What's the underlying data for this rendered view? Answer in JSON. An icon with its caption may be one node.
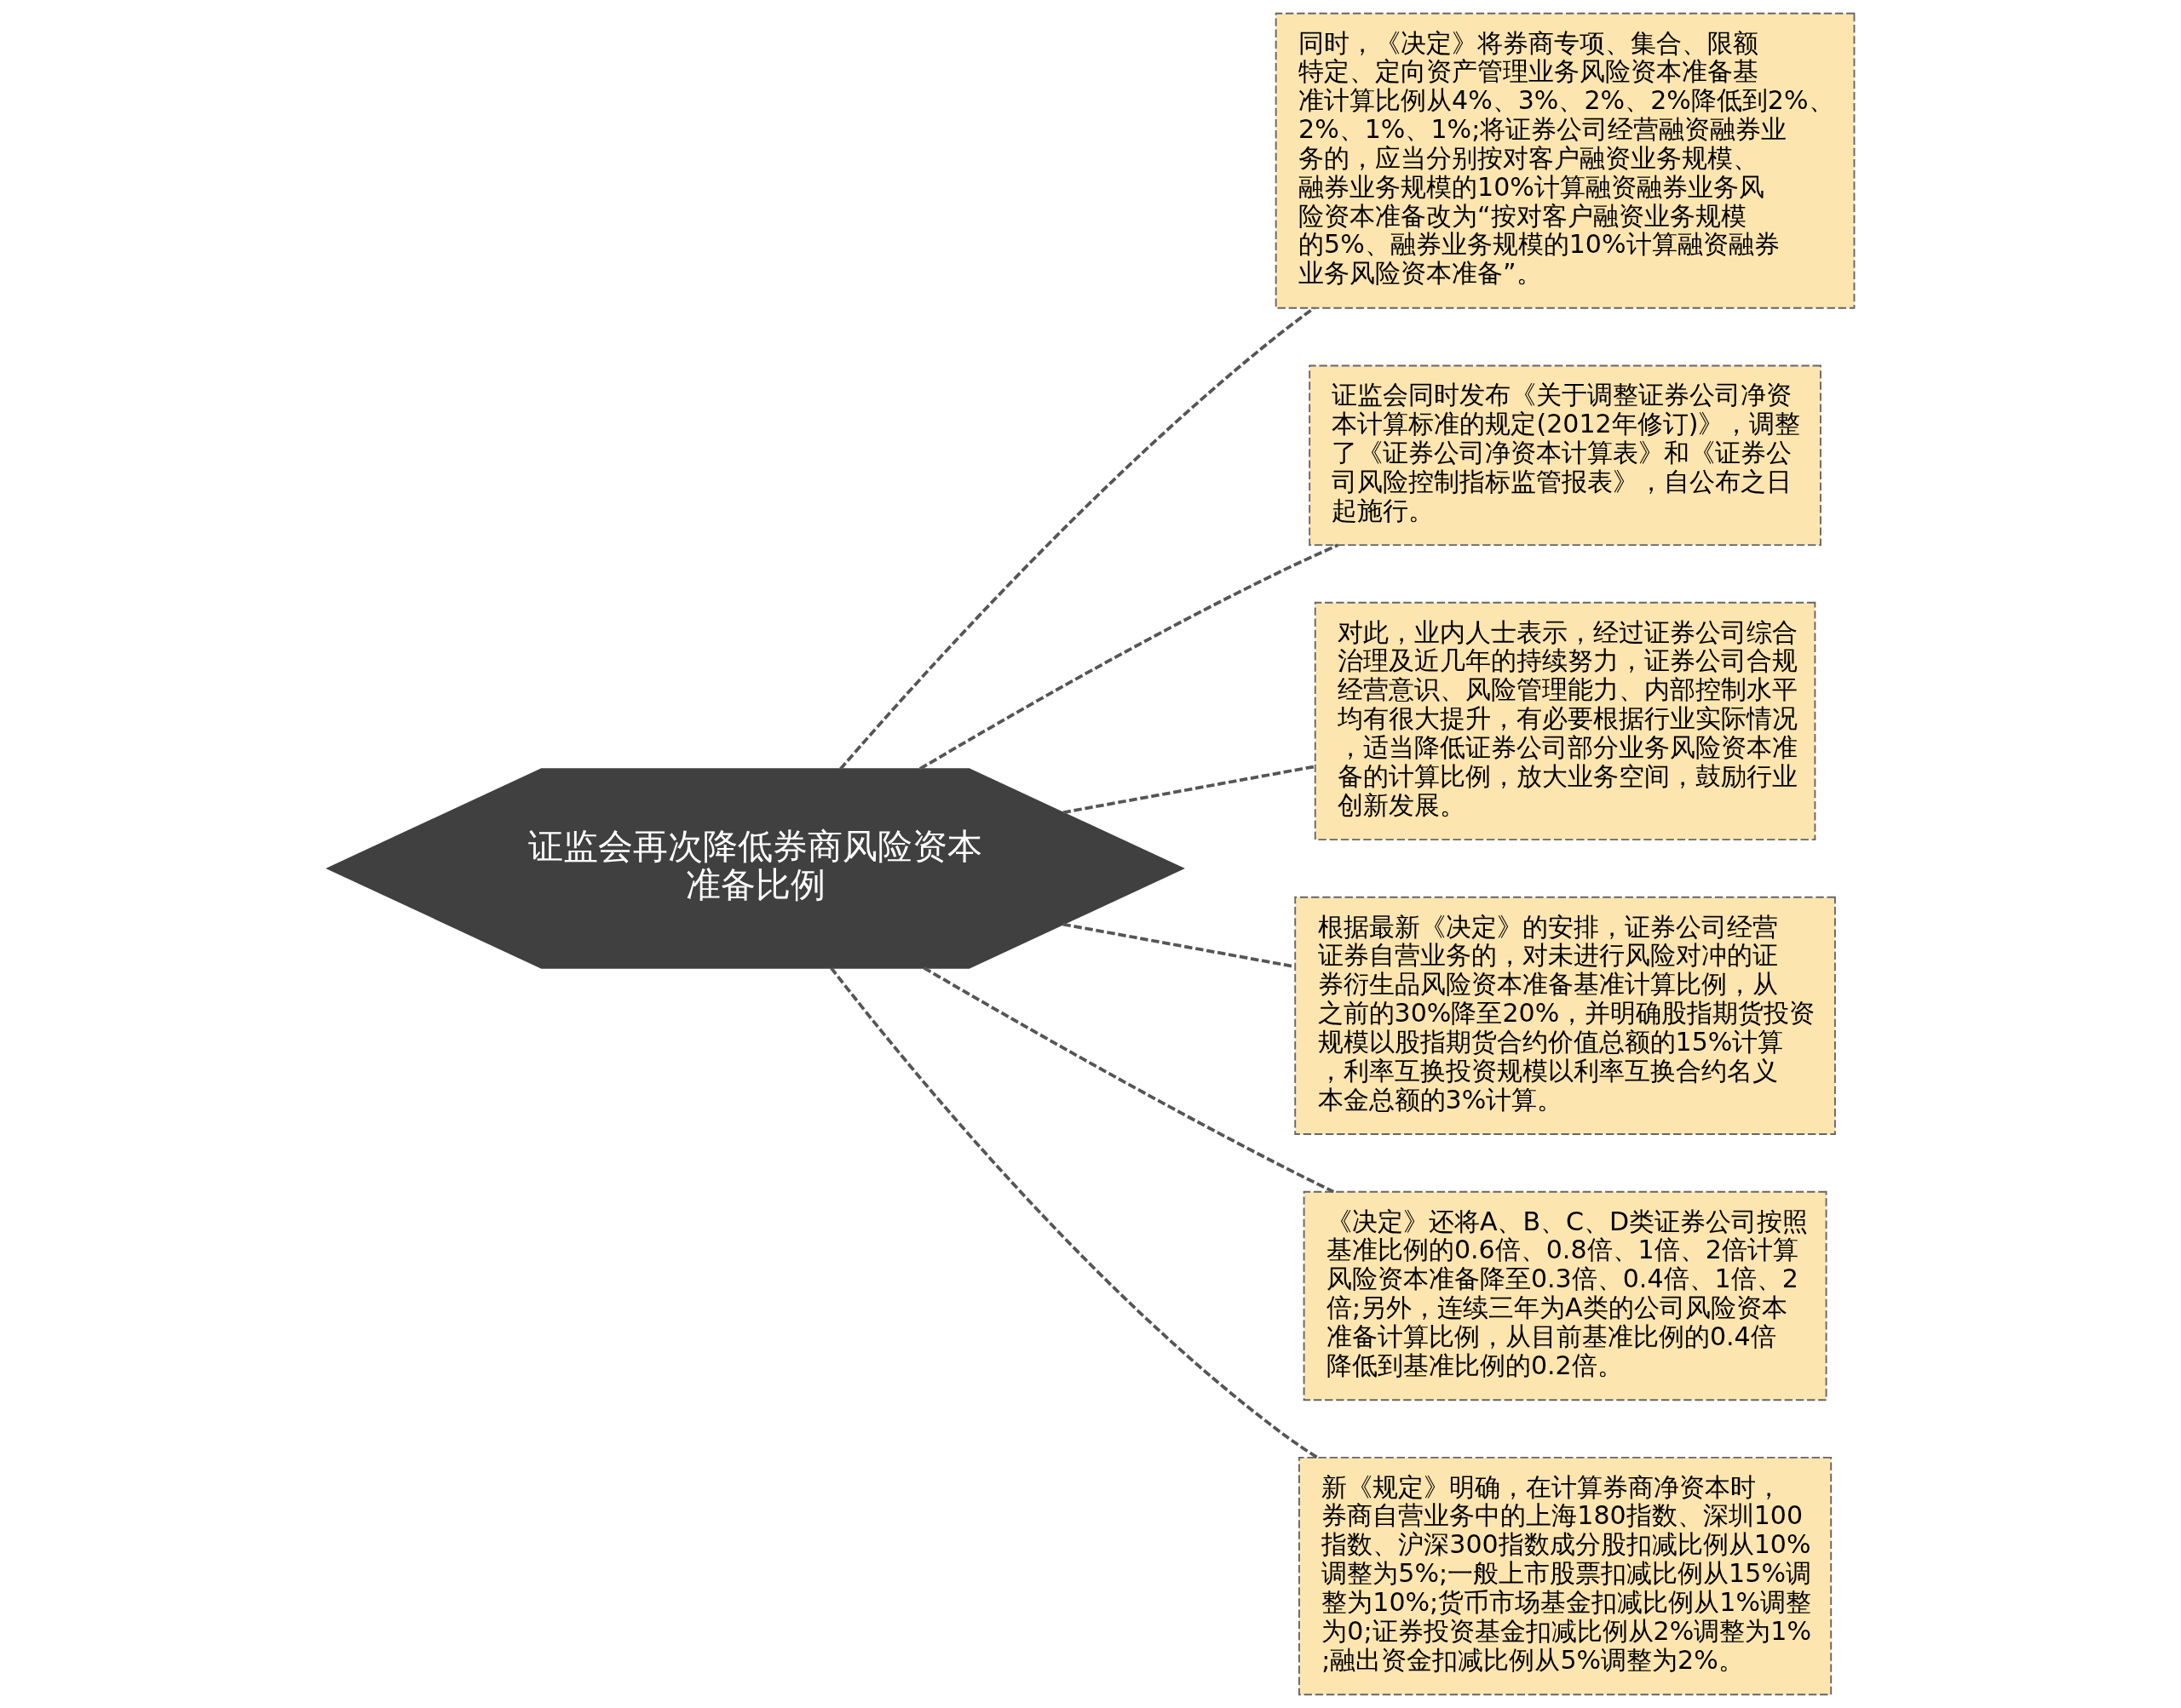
{
  "diagram": {
    "nodes": [
      {
        "text": [
          "证监会再次降低券商风险资本准备比例"
        ]
      },
      {
        "text": [
          "同时，《决定》将券商专项、集合、限额特定、定向资产管理业务风险资本准备基准计算比例从4%、3%、2%、2%降低到2%、2%、1%、1%;将证券公司经营融资融券业务的，应当分别按对客户融资业务规模、融券业务规模的10%计算融资融券业务风险资本准备改为“按对客户融资业务规模的5%、融券业务规模的10%计算融资融券业务风险资本准备”。"
        ]
      },
      {
        "text": [
          "证监会同时发布《关于调整证券公司净资本计算标准的规定(2012年修订)》，调整了《证券公司净资本计算表》和《证券公司风险控制指标监管报表》，自公布之日起施行。"
        ]
      },
      {
        "text": [
          "对此，业内人士表示，经过证券公司综合治理及近几年的持续努力，证券公司合规经营意识、风险管理能力、内部控制水平均有很大提升，有必要根据行业实际情况，适当降低证券公司部分业务风险资本准备的计算比例，放大业务空间，鼓励行业创新发展。"
        ]
      },
      {
        "text": [
          "根据最新《决定》的安排，证券公司经营证券自营业务的，对未进行风险对冲的证券衍生品风险资本准备基准计算比例，从之前的30%降至20%，并明确股指期货投资规模以股指期货合约价值总额的15%计算，利率互换投资规模以利率互换合约名义本金总额的3%计算。"
        ]
      },
      {
        "text": [
          "《决定》还将A、B、C、D类证券公司按照基准比例的0.6倍、0.8倍、1倍、2倍计算风险资本准备降至0.3倍、0.4倍、1倍、2倍;另外，连续三年为A类的公司风险资本准备计算比例，从目前基准比例的0.4倍降低到基准比例的0.2倍。"
        ]
      },
      {
        "text": [
          "新《规定》明确，在计算券商净资本时，券商自营业务中的上海180指数、深圳100指数、沪深300指数成分股扣减比例从10%调整为5%;一般上市股票扣减比例从15%调整为10%;货币市场基金扣减比例从1%调整为0;证券投资基金扣减比例从2%调整为1%;融出资金扣减比例从5%调整为2%。"
        ]
      }
    ],
    "edges": [
      {
        "from": 0,
        "to": 1,
        "arrow": "none",
        "style": "dashed"
      },
      {
        "from": 0,
        "to": 2,
        "arrow": "none",
        "style": "dashed"
      },
      {
        "from": 0,
        "to": 3,
        "arrow": "none",
        "style": "dashed"
      },
      {
        "from": 0,
        "to": 4,
        "arrow": "none",
        "style": "dashed"
      },
      {
        "from": 0,
        "to": 5,
        "arrow": "none",
        "style": "dashed"
      },
      {
        "from": 0,
        "to": 6,
        "arrow": "none",
        "style": "dashed"
      }
    ]
  }
}
